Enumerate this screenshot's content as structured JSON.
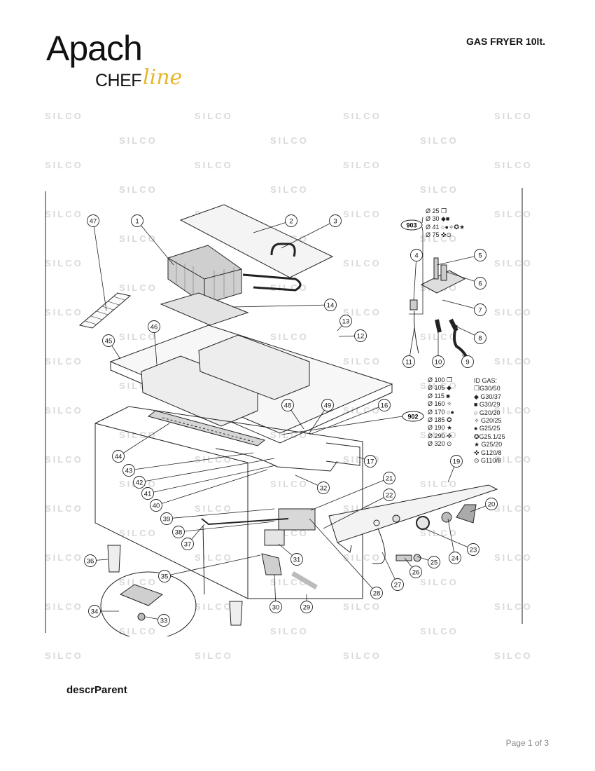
{
  "header": {
    "brand_main": "Apach",
    "brand_chef": "CHEF",
    "brand_line": "line",
    "title": "GAS FRYER 10lt."
  },
  "watermark_text": "SILCO",
  "diagram": {
    "part_numbers": [
      "1",
      "2",
      "3",
      "4",
      "5",
      "6",
      "7",
      "8",
      "9",
      "10",
      "11",
      "12",
      "13",
      "14",
      "16",
      "17",
      "19",
      "20",
      "21",
      "22",
      "23",
      "24",
      "25",
      "26",
      "27",
      "28",
      "29",
      "30",
      "31",
      "32",
      "33",
      "34",
      "35",
      "36",
      "37",
      "38",
      "39",
      "40",
      "41",
      "42",
      "43",
      "44",
      "45",
      "46",
      "47",
      "48",
      "49"
    ],
    "assembly_903": "903",
    "assembly_902": "902",
    "injectors_903": [
      "Ø 25 ❒",
      "Ø 30 ◆■",
      "Ø 41 ○●✧✪★",
      "Ø 75 ✜⊙"
    ],
    "injectors_902": [
      "Ø 100 ❒",
      "Ø 105 ◆",
      "Ø 115 ■",
      "Ø 160 ✧",
      "Ø 170 ○●",
      "Ø 185 ✪",
      "Ø 190 ★",
      "Ø 290 ✜",
      "Ø 320 ⊙"
    ],
    "gas_legend_title": "ID GAS:",
    "gas_legend": [
      "❒G30/50",
      "◆ G30/37",
      "■ G30/29",
      "○ G20/20",
      "✧ G20/25",
      "● G25/25",
      "✪G25.1/25",
      "★ G25/20",
      "✜ G120/8",
      "⊙ G110/8"
    ]
  },
  "footer": {
    "description": "descrParent",
    "page": "Page 1 of 3"
  }
}
